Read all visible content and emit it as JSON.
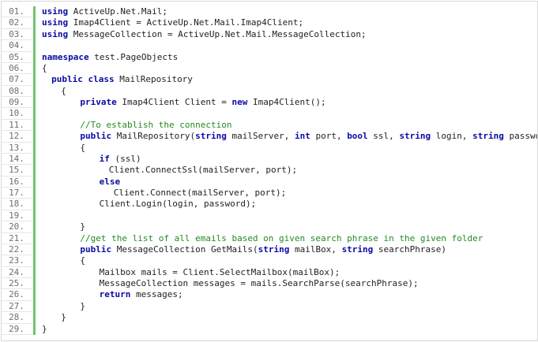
{
  "code_lines": [
    {
      "num": "01.",
      "indent": 0,
      "tokens": [
        {
          "t": "kw",
          "v": "using"
        },
        {
          "t": "tx",
          "v": " ActiveUp.Net.Mail;"
        }
      ]
    },
    {
      "num": "02.",
      "indent": 0,
      "tokens": [
        {
          "t": "kw",
          "v": "using"
        },
        {
          "t": "tx",
          "v": " Imap4Client = ActiveUp.Net.Mail.Imap4Client;"
        }
      ]
    },
    {
      "num": "03.",
      "indent": 0,
      "tokens": [
        {
          "t": "kw",
          "v": "using"
        },
        {
          "t": "tx",
          "v": " MessageCollection = ActiveUp.Net.Mail.MessageCollection;"
        }
      ]
    },
    {
      "num": "04.",
      "indent": 0,
      "tokens": []
    },
    {
      "num": "05.",
      "indent": 0,
      "tokens": [
        {
          "t": "kw",
          "v": "namespace"
        },
        {
          "t": "tx",
          "v": " test.PageObjects"
        }
      ]
    },
    {
      "num": "06.",
      "indent": 0,
      "tokens": [
        {
          "t": "tx",
          "v": "{"
        }
      ]
    },
    {
      "num": "07.",
      "indent": 2,
      "tokens": [
        {
          "t": "kw",
          "v": "public"
        },
        {
          "t": "tx",
          "v": " "
        },
        {
          "t": "kw",
          "v": "class"
        },
        {
          "t": "tx",
          "v": " MailRepository"
        }
      ]
    },
    {
      "num": "08.",
      "indent": 4,
      "tokens": [
        {
          "t": "tx",
          "v": "{"
        }
      ]
    },
    {
      "num": "09.",
      "indent": 8,
      "tokens": [
        {
          "t": "kw",
          "v": "private"
        },
        {
          "t": "tx",
          "v": " Imap4Client Client = "
        },
        {
          "t": "kw",
          "v": "new"
        },
        {
          "t": "tx",
          "v": " Imap4Client();"
        }
      ]
    },
    {
      "num": "10.",
      "indent": 0,
      "tokens": []
    },
    {
      "num": "11.",
      "indent": 8,
      "tokens": [
        {
          "t": "cm",
          "v": "//To establish the connection"
        }
      ]
    },
    {
      "num": "12.",
      "indent": 8,
      "tokens": [
        {
          "t": "kw",
          "v": "public"
        },
        {
          "t": "tx",
          "v": " MailRepository("
        },
        {
          "t": "kw",
          "v": "string"
        },
        {
          "t": "tx",
          "v": " mailServer, "
        },
        {
          "t": "kw",
          "v": "int"
        },
        {
          "t": "tx",
          "v": " port, "
        },
        {
          "t": "kw",
          "v": "bool"
        },
        {
          "t": "tx",
          "v": " ssl, "
        },
        {
          "t": "kw",
          "v": "string"
        },
        {
          "t": "tx",
          "v": " login, "
        },
        {
          "t": "kw",
          "v": "string"
        },
        {
          "t": "tx",
          "v": " password)"
        }
      ]
    },
    {
      "num": "13.",
      "indent": 8,
      "tokens": [
        {
          "t": "tx",
          "v": "{"
        }
      ]
    },
    {
      "num": "14.",
      "indent": 12,
      "tokens": [
        {
          "t": "kw",
          "v": "if"
        },
        {
          "t": "tx",
          "v": " (ssl)"
        }
      ]
    },
    {
      "num": "15.",
      "indent": 14,
      "tokens": [
        {
          "t": "tx",
          "v": "Client.ConnectSsl(mailServer, port);"
        }
      ]
    },
    {
      "num": "16.",
      "indent": 12,
      "tokens": [
        {
          "t": "kw",
          "v": "else"
        }
      ]
    },
    {
      "num": "17.",
      "indent": 15,
      "tokens": [
        {
          "t": "tx",
          "v": "Client.Connect(mailServer, port);"
        }
      ]
    },
    {
      "num": "18.",
      "indent": 12,
      "tokens": [
        {
          "t": "tx",
          "v": "Client.Login(login, password);"
        }
      ]
    },
    {
      "num": "19.",
      "indent": 0,
      "tokens": []
    },
    {
      "num": "20.",
      "indent": 8,
      "tokens": [
        {
          "t": "tx",
          "v": "}"
        }
      ]
    },
    {
      "num": "21.",
      "indent": 8,
      "tokens": [
        {
          "t": "cm",
          "v": "//get the list of all emails based on given search phrase in the given folder"
        }
      ]
    },
    {
      "num": "22.",
      "indent": 8,
      "tokens": [
        {
          "t": "kw",
          "v": "public"
        },
        {
          "t": "tx",
          "v": " MessageCollection GetMails("
        },
        {
          "t": "kw",
          "v": "string"
        },
        {
          "t": "tx",
          "v": " mailBox, "
        },
        {
          "t": "kw",
          "v": "string"
        },
        {
          "t": "tx",
          "v": " searchPhrase)"
        }
      ]
    },
    {
      "num": "23.",
      "indent": 8,
      "tokens": [
        {
          "t": "tx",
          "v": "{"
        }
      ]
    },
    {
      "num": "24.",
      "indent": 12,
      "tokens": [
        {
          "t": "tx",
          "v": "Mailbox mails = Client.SelectMailbox(mailBox);"
        }
      ]
    },
    {
      "num": "25.",
      "indent": 12,
      "tokens": [
        {
          "t": "tx",
          "v": "MessageCollection messages = mails.SearchParse(searchPhrase);"
        }
      ]
    },
    {
      "num": "26.",
      "indent": 12,
      "tokens": [
        {
          "t": "kw",
          "v": "return"
        },
        {
          "t": "tx",
          "v": " messages;"
        }
      ]
    },
    {
      "num": "27.",
      "indent": 8,
      "tokens": [
        {
          "t": "tx",
          "v": "}"
        }
      ]
    },
    {
      "num": "28.",
      "indent": 4,
      "tokens": [
        {
          "t": "tx",
          "v": "}"
        }
      ]
    },
    {
      "num": "29.",
      "indent": 0,
      "tokens": [
        {
          "t": "tx",
          "v": "}"
        }
      ]
    }
  ],
  "colors": {
    "keyword": "#0a0aa5",
    "comment": "#238a23",
    "text": "#222222",
    "line_number": "#6f6f6f",
    "gutter_bar": "#6ec66e"
  }
}
